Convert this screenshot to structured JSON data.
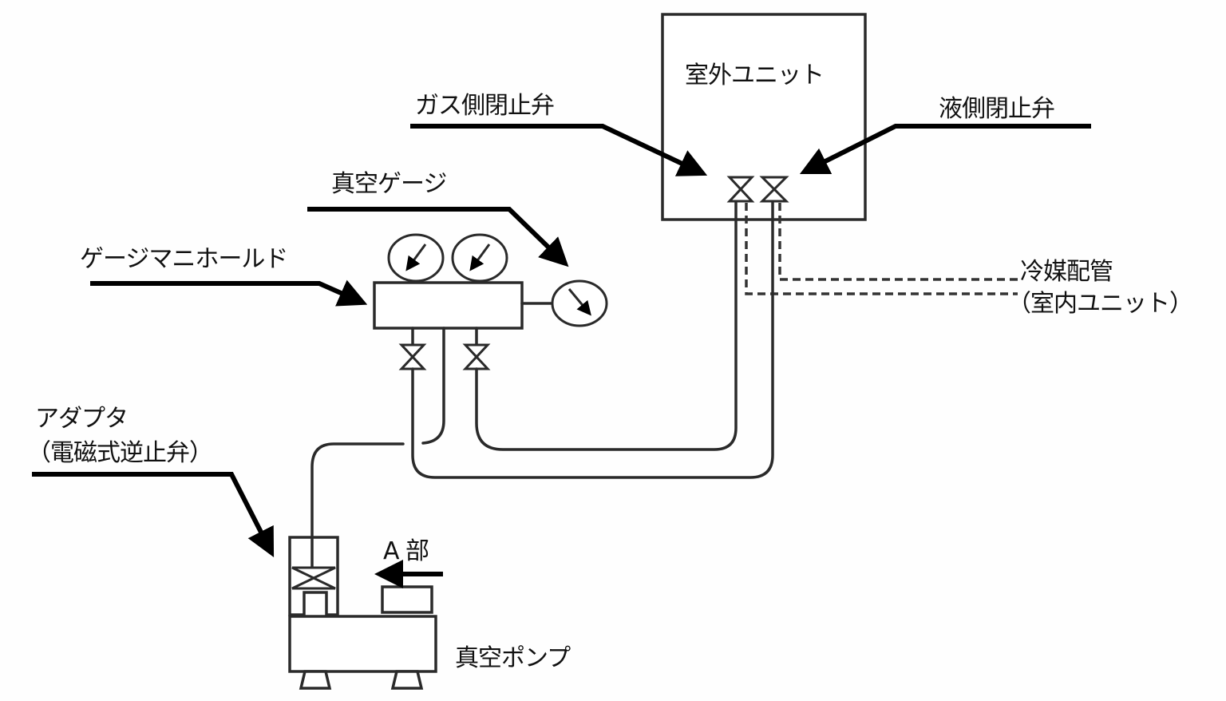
{
  "diagram": {
    "title": "Vacuum pump evacuation setup",
    "labels": {
      "outdoor_unit": "室外ユニット",
      "gas_side_valve": "ガス側閉止弁",
      "liquid_side_valve": "液側閉止弁",
      "vacuum_gauge": "真空ゲージ",
      "gauge_manifold": "ゲージマニホールド",
      "refrigerant_pipe": "冷媒配管",
      "indoor_unit": "（室内ユニット）",
      "adapter": "アダプタ",
      "adapter_note": "（電磁式逆止弁）",
      "part_a": "A 部",
      "vacuum_pump": "真空ポンプ"
    },
    "colors": {
      "line": "#2a2a2a",
      "leader": "#000000",
      "background": "#fefefe"
    }
  }
}
